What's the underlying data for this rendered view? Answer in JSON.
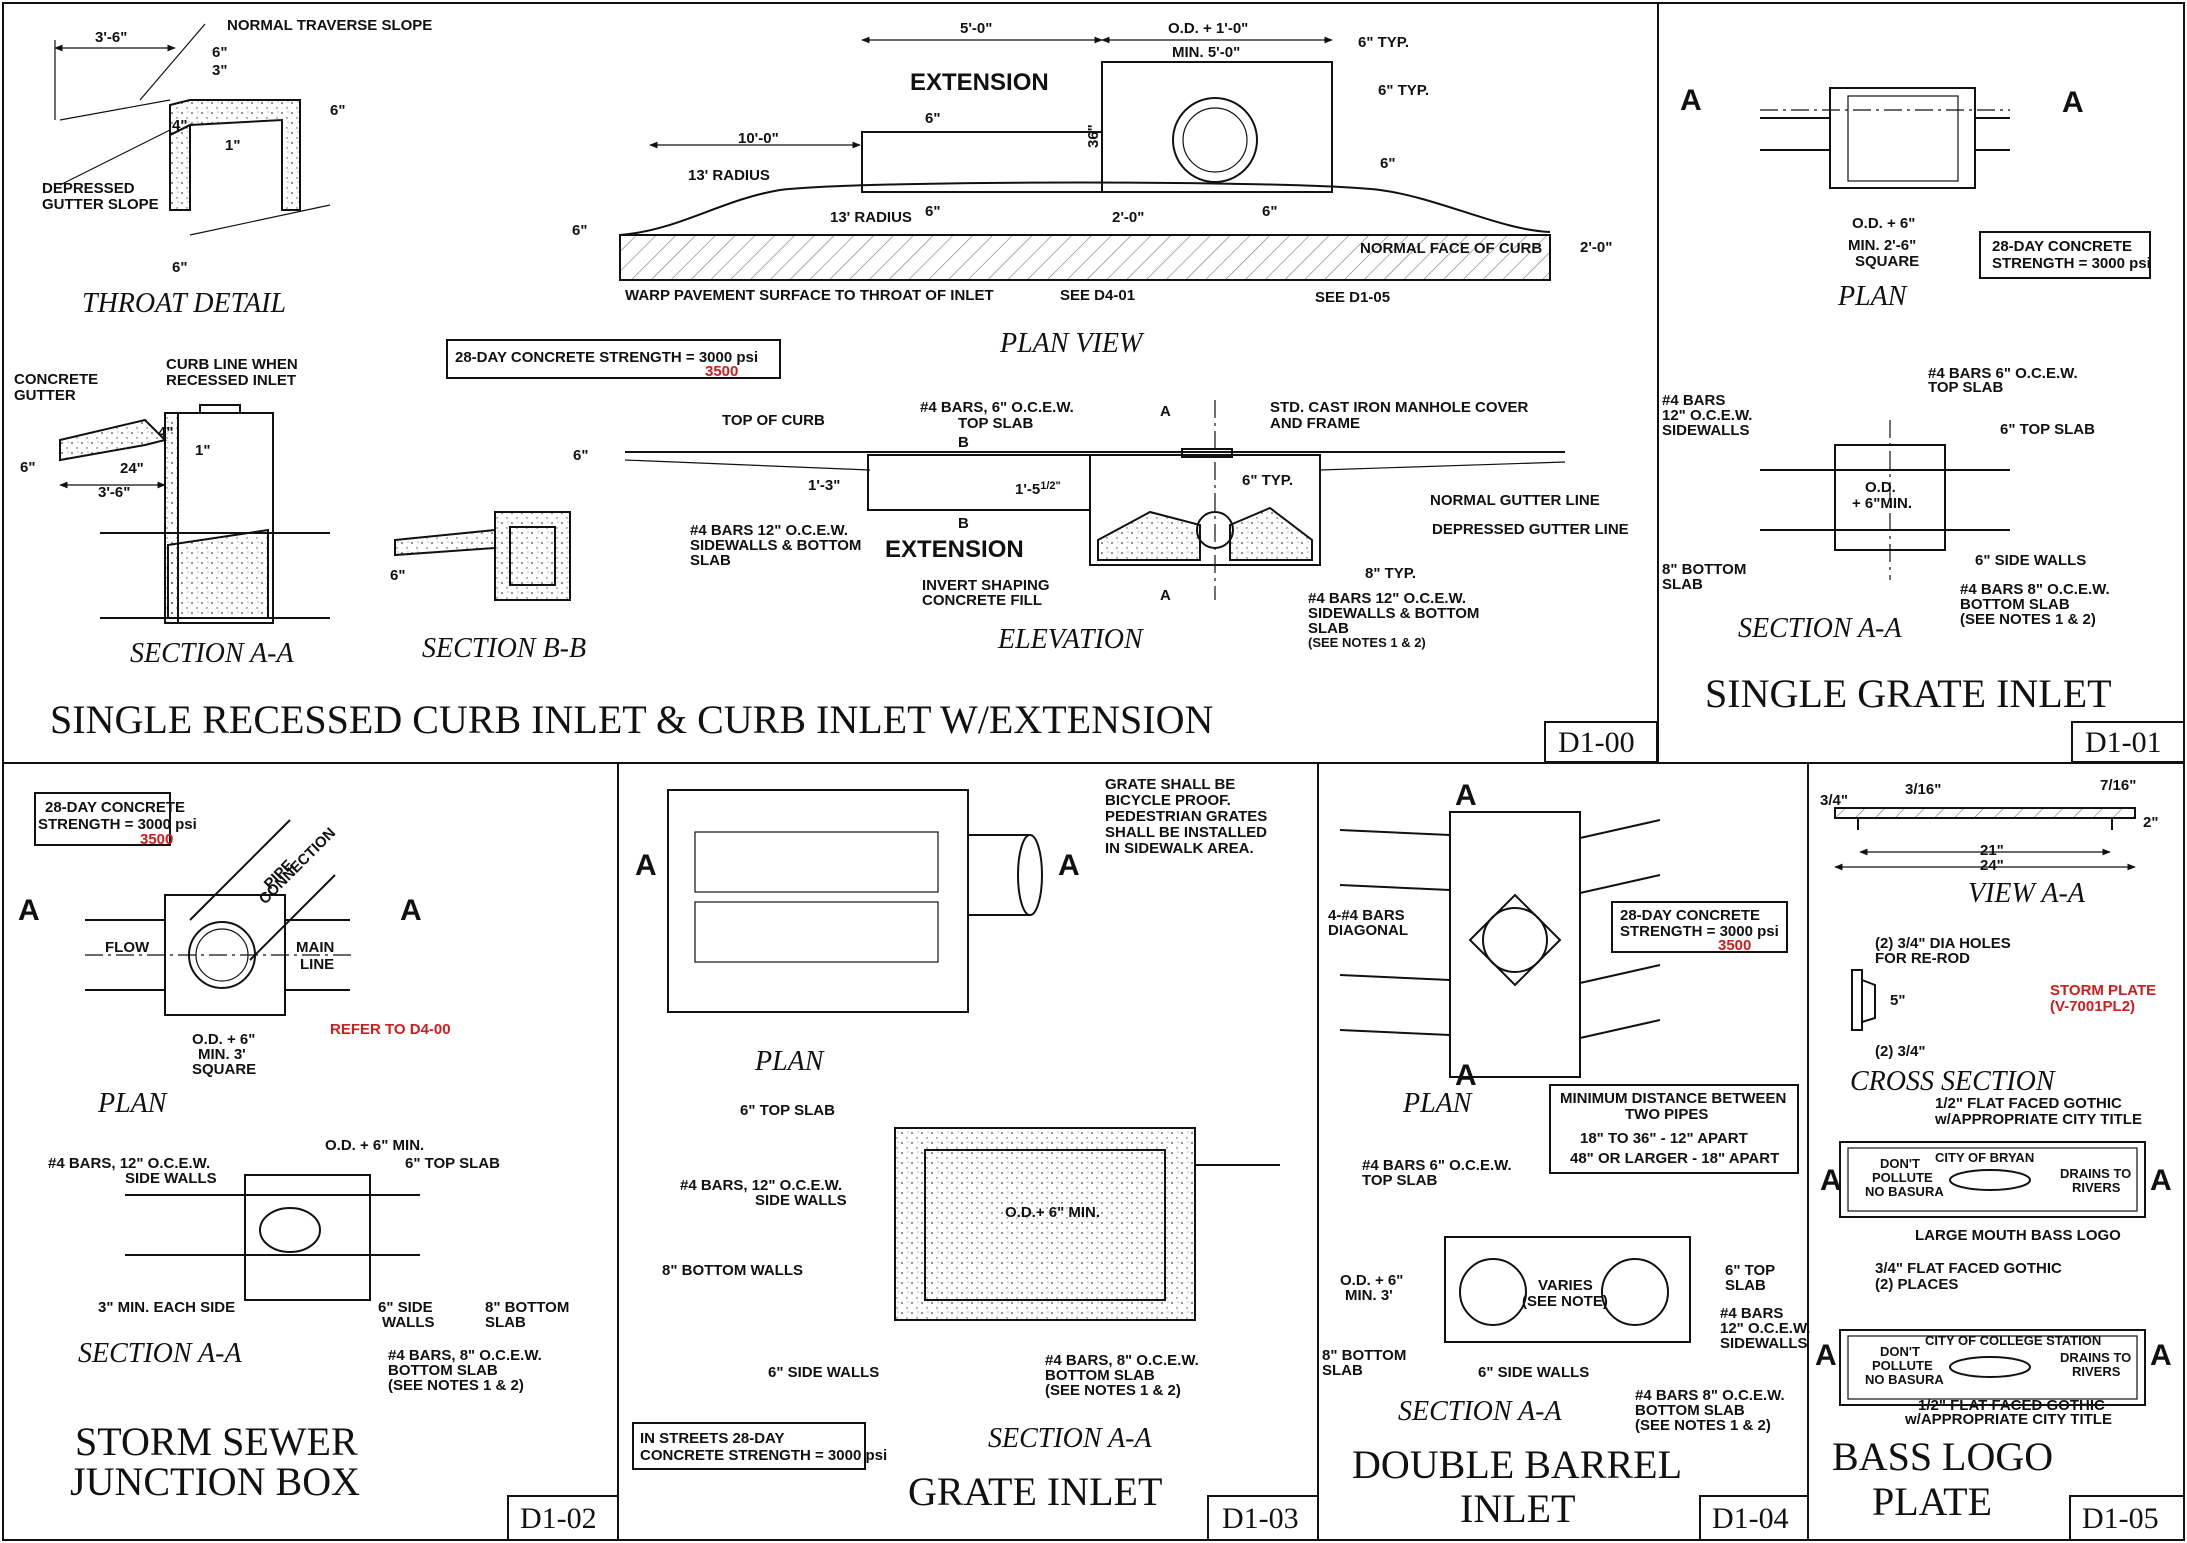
{
  "sheets": {
    "d1_00": {
      "title": "SINGLE RECESSED CURB INLET & CURB INLET W/EXTENSION",
      "number": "D1-00",
      "throat_detail": {
        "subtitle": "THROAT DETAIL",
        "dims": [
          "3'-6\"",
          "6\"",
          "3\"",
          "6\"",
          "4\"",
          "1\"",
          "6\""
        ],
        "normal_traverse": "NORMAL TRAVERSE SLOPE",
        "depressed_1": "DEPRESSED",
        "depressed_2": "GUTTER SLOPE"
      },
      "section_aa": {
        "subtitle": "SECTION A-A",
        "curb_line_1": "CURB LINE WHEN",
        "curb_line_2": "RECESSED INLET",
        "concrete_1": "CONCRETE",
        "concrete_2": "GUTTER",
        "dim_6": "6\"",
        "dim_24": "24\"",
        "dim_36": "3'-6\"",
        "dim_4": "4\"",
        "dim_1": "1\""
      },
      "section_bb": {
        "subtitle": "SECTION B-B",
        "dim": "6\""
      },
      "plan_view": {
        "subtitle": "PLAN VIEW",
        "extension": "EXTENSION",
        "d_50": "5'-0\"",
        "od_1": "O.D. + 1'-0\"",
        "od_2": "MIN. 5'-0\"",
        "typ1": "6\" TYP.",
        "typ2": "6\" TYP.",
        "d6a": "6\"",
        "d100": "10'-0\"",
        "d36": "36\"",
        "d6b": "6\"",
        "radius13": "13' RADIUS",
        "radius13b": "13' RADIUS",
        "d6c": "6\"",
        "d6d": "6\"",
        "d20": "2'-0\"",
        "d6e": "6\"",
        "d6f": "6\"",
        "d20r": "2'-0\"",
        "normal_face": "NORMAL FACE OF CURB",
        "warp": "WARP PAVEMENT SURFACE TO THROAT OF INLET",
        "see_d401": "SEE D4-01",
        "see_d105": "SEE D1-05"
      },
      "strength_1": "28-DAY CONCRETE STRENGTH = ",
      "strength_val": "3000",
      "strength_unit": " psi",
      "strength_red": "3500",
      "elevation": {
        "subtitle": "ELEVATION",
        "top_of_curb": "TOP OF CURB",
        "bars_top_1": "#4 BARS, 6\" O.C.E.W.",
        "bars_top_2": "TOP SLAB",
        "cover_1": "STD. CAST IRON MANHOLE COVER",
        "cover_2": "AND FRAME",
        "a_top": "A",
        "a_bot": "A",
        "b_top": "B",
        "b_bot": "B",
        "d6": "6\"",
        "d13": "1'-3\"",
        "d15": "1'-5",
        "d15frac": "1/2\"",
        "typ6": "6\" TYP.",
        "normal_gutter": "NORMAL GUTTER LINE",
        "depressed_gutter": "DEPRESSED GUTTER LINE",
        "bars12_1": "#4 BARS 12\" O.C.E.W.",
        "bars12_2": "SIDEWALLS & BOTTOM",
        "bars12_3": "SLAB",
        "extension": "EXTENSION",
        "invert_1": "INVERT SHAPING",
        "invert_2": "CONCRETE FILL",
        "typ8": "8\" TYP.",
        "bars12r_1": "#4 BARS 12\" O.C.E.W.",
        "bars12r_2": "SIDEWALLS & BOTTOM",
        "bars12r_3": "SLAB",
        "bars12r_4": "(SEE NOTES 1 & 2)"
      }
    },
    "d1_01": {
      "title": "SINGLE GRATE INLET",
      "number": "D1-01",
      "plan": {
        "subtitle": "PLAN",
        "a1": "A",
        "a2": "A",
        "od": "O.D. + 6\"",
        "min1": "MIN. 2'-6\"",
        "min2": "SQUARE"
      },
      "strength_1": "28-DAY CONCRETE",
      "strength_2": "STRENGTH = 3000 psi",
      "section": {
        "subtitle": "SECTION A-A",
        "bars6_1": "#4 BARS 6\" O.C.E.W.",
        "bars6_2": "TOP SLAB",
        "bars12_1": "#4 BARS",
        "bars12_2": "12\" O.C.E.W.",
        "bars12_3": "SIDEWALLS",
        "top6": "6\" TOP SLAB",
        "od1": "O.D.",
        "od2": "+ 6\"MIN.",
        "side6": "6\" SIDE WALLS",
        "bot8_1": "8\" BOTTOM",
        "bot8_2": "SLAB",
        "bars8_1": "#4 BARS 8\" O.C.E.W.",
        "bars8_2": "BOTTOM SLAB",
        "bars8_3": "(SEE NOTES 1 & 2)"
      }
    },
    "d1_02": {
      "title_1": "STORM SEWER",
      "title_2": "JUNCTION BOX",
      "number": "D1-02",
      "strength_1": "28-DAY CONCRETE",
      "strength_2": "STRENGTH = 3000 psi",
      "strength_red": "3500",
      "plan": {
        "subtitle": "PLAN",
        "pipe_1": "PIPE",
        "pipe_2": "CONNECTION",
        "a1": "A",
        "a2": "A",
        "flow": "FLOW",
        "main_1": "MAIN",
        "main_2": "LINE",
        "od": "O.D. + 6\"",
        "min1": "MIN. 3'",
        "min2": "SQUARE",
        "refer": "REFER TO D4-00"
      },
      "section": {
        "subtitle": "SECTION A-A",
        "od": "O.D. + 6\" MIN.",
        "bars12_1": "#4 BARS, 12\" O.C.E.W.",
        "bars12_2": "SIDE WALLS",
        "top6": "6\" TOP SLAB",
        "min3": "3\" MIN. EACH SIDE",
        "side6_1": "6\" SIDE",
        "side6_2": "WALLS",
        "bot8_1": "8\" BOTTOM",
        "bot8_2": "SLAB",
        "bars8_1": "#4 BARS, 8\" O.C.E.W.",
        "bars8_2": "BOTTOM SLAB",
        "bars8_3": "(SEE NOTES 1 & 2)"
      }
    },
    "d1_03": {
      "title": "GRATE INLET",
      "number": "D1-03",
      "note_1": "GRATE SHALL BE",
      "note_2": "BICYCLE PROOF.",
      "note_3": "PEDESTRIAN GRATES",
      "note_4": "SHALL BE INSTALLED",
      "note_5": "IN SIDEWALK AREA.",
      "plan": {
        "subtitle": "PLAN",
        "a1": "A",
        "a2": "A"
      },
      "section": {
        "subtitle": "SECTION A-A",
        "top6": "6\" TOP SLAB",
        "bars12_1": "#4 BARS, 12\" O.C.E.W.",
        "bars12_2": "SIDE WALLS",
        "od": "O.D.+ 6\" MIN.",
        "bot8": "8\" BOTTOM WALLS",
        "side6": "6\" SIDE WALLS",
        "bars8_1": "#4 BARS, 8\" O.C.E.W.",
        "bars8_2": "BOTTOM SLAB",
        "bars8_3": "(SEE NOTES 1 & 2)"
      },
      "strength_1": "IN STREETS 28-DAY",
      "strength_2": "CONCRETE STRENGTH = 3000 psi"
    },
    "d1_04": {
      "title_1": "DOUBLE BARREL",
      "title_2": "INLET",
      "number": "D1-04",
      "plan": {
        "subtitle": "PLAN",
        "a1": "A",
        "a2": "A",
        "diag_1": "4-#4 BARS",
        "diag_2": "DIAGONAL",
        "strength_1": "28-DAY CONCRETE",
        "strength_2": "STRENGTH = 3000 psi",
        "strength_red": "3500"
      },
      "min_dist": {
        "l1": "MINIMUM DISTANCE BETWEEN",
        "l2": "TWO PIPES",
        "l3": "18\" TO 36\" - 12\" APART",
        "l4": "48\" OR LARGER - 18\" APART"
      },
      "section": {
        "subtitle": "SECTION A-A",
        "bars6_1": "#4 BARS 6\" O.C.E.W.",
        "bars6_2": "TOP SLAB",
        "od1": "O.D. + 6\"",
        "od2": "MIN. 3'",
        "varies_1": "VARIES",
        "varies_2": "(SEE NOTE)",
        "top6_1": "6\" TOP",
        "top6_2": "SLAB",
        "bars12_1": "#4 BARS",
        "bars12_2": "12\" O.C.E.W.",
        "bars12_3": "SIDEWALLS",
        "bot8_1": "8\" BOTTOM",
        "bot8_2": "SLAB",
        "side6": "6\" SIDE WALLS",
        "bars8_1": "#4 BARS 8\" O.C.E.W.",
        "bars8_2": "BOTTOM SLAB",
        "bars8_3": "(SEE NOTES 1 & 2)"
      }
    },
    "d1_05": {
      "title_1": "BASS LOGO",
      "title_2": "PLATE",
      "number": "D1-05",
      "view": {
        "subtitle": "VIEW A-A",
        "d34": "3/4\"",
        "d316": "3/16\"",
        "d716": "7/16\"",
        "d2": "2\"",
        "d21": "21\"",
        "d24": "24\""
      },
      "cross": {
        "subtitle": "CROSS SECTION",
        "holes_1": "(2) 3/4\" DIA HOLES",
        "holes_2": "FOR RE-ROD",
        "d5": "5\"",
        "d34": "(2) 3/4\"",
        "storm_1": "STORM PLATE",
        "storm_2": "(V-7001PL2)"
      },
      "plate1": {
        "gothic_1": "1/2\" FLAT FACED GOTHIC",
        "gothic_2": "w/APPROPRIATE CITY TITLE",
        "city": "CITY OF BRYAN",
        "dont_1": "DON'T",
        "dont_2": "POLLUTE",
        "dont_3": "NO BASURA",
        "drains_1": "DRAINS TO",
        "drains_2": "RIVERS",
        "a1": "A",
        "a2": "A"
      },
      "logo": "LARGE MOUTH BASS LOGO",
      "gothic34_1": "3/4\" FLAT FACED GOTHIC",
      "gothic34_2": "(2) PLACES",
      "plate2": {
        "city": "CITY OF COLLEGE STATION",
        "dont_1": "DON'T",
        "dont_2": "POLLUTE",
        "dont_3": "NO BASURA",
        "drains_1": "DRAINS TO",
        "drains_2": "RIVERS",
        "a1": "A",
        "a2": "A",
        "gothic_1": "1/2\" FLAT FACED GOTHIC",
        "gothic_2": "w/APPROPRIATE CITY TITLE"
      }
    }
  }
}
